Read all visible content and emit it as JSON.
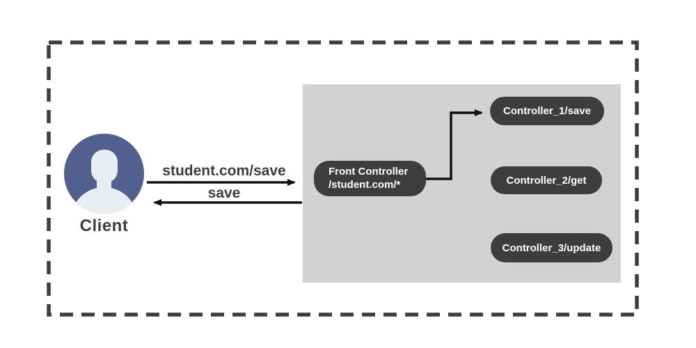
{
  "client": {
    "label": "Client"
  },
  "arrows": {
    "request_label": "student.com/save",
    "response_label": "save"
  },
  "front_controller": {
    "name": "Front Controller",
    "route": "/student.com/*"
  },
  "controllers": [
    {
      "label": "Controller_1/save"
    },
    {
      "label": "Controller_2/get"
    },
    {
      "label": "Controller_3/update"
    }
  ],
  "colors": {
    "node_dark": "#3d3d3d",
    "panel_gray": "#d2d2d2",
    "avatar_blue": "#51608e",
    "avatar_silhouette": "#e9edf2",
    "arrow_black": "#111111",
    "border_dashed": "#3d3d3d",
    "background": "#ffffff"
  }
}
